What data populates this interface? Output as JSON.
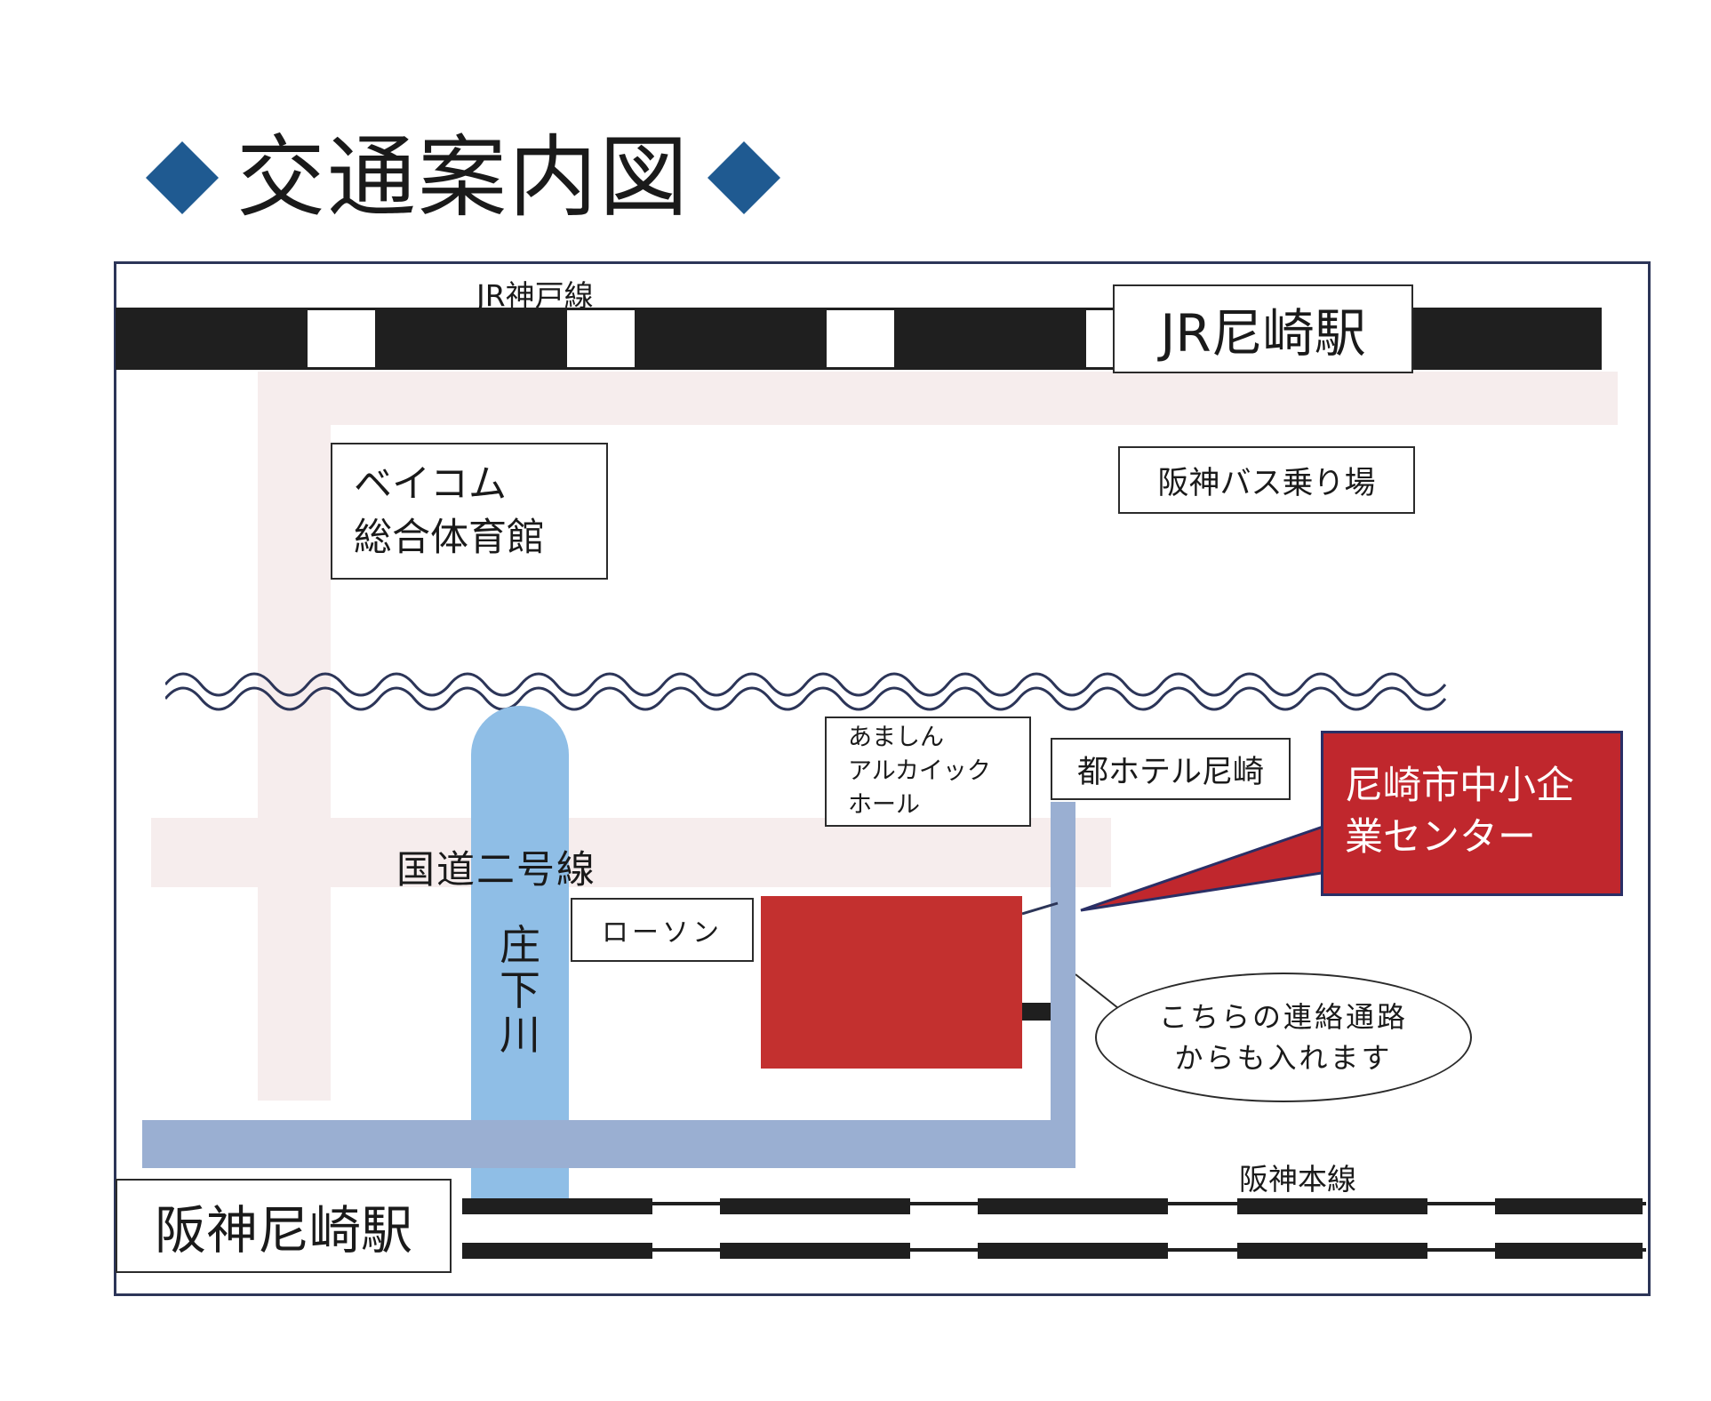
{
  "page": {
    "title": "交通案内図",
    "accent_color": "#1f5a91",
    "target_color": "#c0272d",
    "river_color": "#8fbee6",
    "walkway_color": "#9aafd2"
  },
  "rail": {
    "jr_line": "JR神戸線",
    "jr_station": "JR尼崎駅",
    "hanshin_line": "阪神本線",
    "hanshin_station": "阪神尼崎駅"
  },
  "landmarks": {
    "gym_line1": "ベイコム",
    "gym_line2": "総合体育館",
    "bus_stop": "阪神バス乗り場",
    "hall_line1": "あましん",
    "hall_line2": "アルカイック",
    "hall_line3": "ホール",
    "hotel": "都ホテル尼崎",
    "convenience_store": "ローソン"
  },
  "roads": {
    "route2": "国道二号線"
  },
  "river": {
    "name": "庄下川",
    "char1": "庄",
    "char2": "下",
    "char3": "川"
  },
  "target": {
    "line1": "尼崎市中小企",
    "line2": "業センター"
  },
  "note": {
    "line1": "こちらの連絡通路",
    "line2": "からも入れます"
  }
}
